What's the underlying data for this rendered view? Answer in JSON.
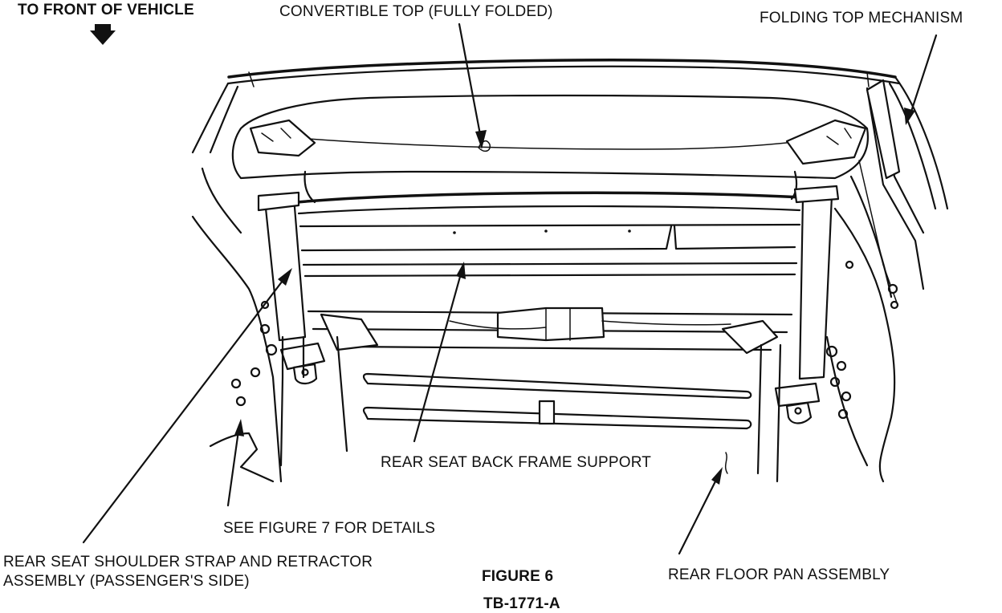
{
  "labels": {
    "front_of_vehicle": "TO FRONT OF VEHICLE",
    "convertible_top": "CONVERTIBLE TOP (FULLY FOLDED)",
    "folding_top_mechanism": "FOLDING TOP MECHANISM",
    "rear_seat_back_frame_support": "REAR SEAT BACK FRAME SUPPORT",
    "see_figure_7": "SEE FIGURE 7 FOR DETAILS",
    "shoulder_strap_line1": "REAR SEAT SHOULDER STRAP AND RETRACTOR",
    "shoulder_strap_line2": "ASSEMBLY  (PASSENGER'S SIDE)",
    "figure_number": "FIGURE 6",
    "rear_floor_pan_assembly": "REAR FLOOR PAN ASSEMBLY",
    "drawing_id": "TB-1771-A"
  },
  "icons": {
    "direction_arrow": "down-arrow-icon"
  },
  "colors": {
    "ink": "#111111",
    "paper": "#ffffff"
  }
}
